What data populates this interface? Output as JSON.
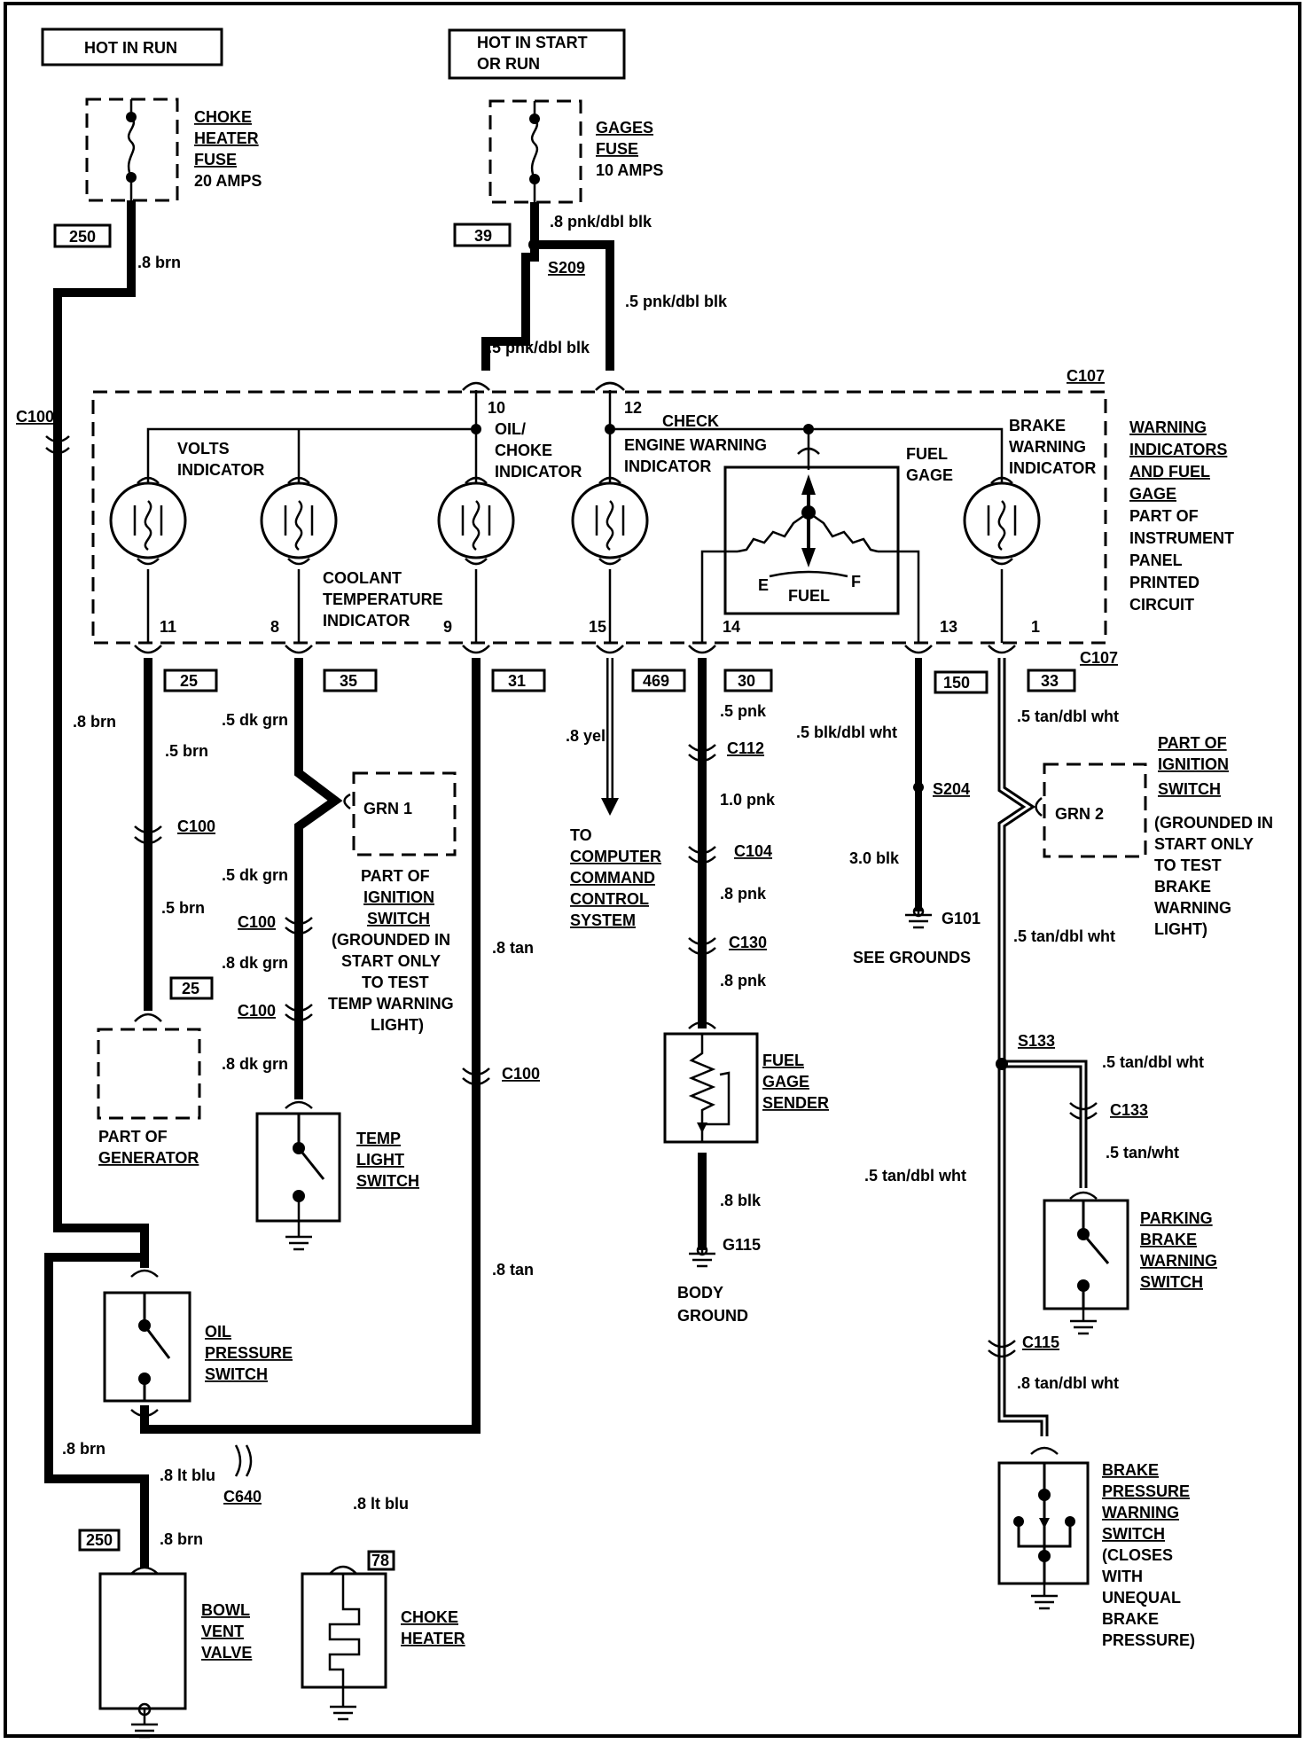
{
  "header": {
    "hot_in_run": "HOT IN RUN",
    "hot_start_1": "HOT IN START",
    "hot_start_2": "OR RUN"
  },
  "fuses": {
    "choke": [
      "CHOKE",
      "HEATER",
      "FUSE"
    ],
    "choke_rating": "20 AMPS",
    "gages": [
      "GAGES",
      "FUSE"
    ],
    "gages_rating": "10 AMPS"
  },
  "circuit_numbers": {
    "c250_top": "250",
    "c39": "39",
    "c25a": "25",
    "c35": "35",
    "c31": "31",
    "c469": "469",
    "c30": "30",
    "c150": "150",
    "c33": "33",
    "c25b": "25",
    "c250_bottom": "250",
    "c78": "78"
  },
  "splices": {
    "s209": "S209",
    "s204": "S204",
    "s133": "S133"
  },
  "connectors": {
    "c100_left": "C100",
    "c107_top": "C107",
    "c107_right": "C107",
    "c100_volts": "C100",
    "c100_cool1": "C100",
    "c100_cool2": "C100",
    "c100_oil": "C100",
    "c112": "C112",
    "c104": "C104",
    "c130": "C130",
    "c133": "C133",
    "c115": "C115",
    "c640": "C640"
  },
  "pins": {
    "p10": "10",
    "p12": "12",
    "p11": "11",
    "p8": "8",
    "p9": "9",
    "p15": "15",
    "p14": "14",
    "p13": "13",
    "p1": "1"
  },
  "wires": {
    "w1": ".8 brn",
    "w2": ".8 pnk/dbl blk",
    "w3": ".5 pnk/dbl blk",
    "w4": ".5 pnk/dbl blk",
    "w5": ".8 brn",
    "w6": ".5 brn",
    "w7": ".5 brn",
    "w8": ".5 dk grn",
    "w9": ".5 dk grn",
    "w10": ".8 dk grn",
    "w11": ".8 dk grn",
    "w12": ".8 tan",
    "w13": ".8 tan",
    "w14": ".8 yel",
    "w15": ".5 pnk",
    "w16": "1.0 pnk",
    "w17": ".8 pnk",
    "w18": ".8 pnk",
    "w19": ".8 blk",
    "w20": ".5 blk/dbl wht",
    "w21": "3.0 blk",
    "w22": ".5 tan/dbl wht",
    "w23": ".5 tan/dbl wht",
    "w24": ".5 tan/dbl wht",
    "w25": ".5 tan/wht",
    "w26": ".5 tan/dbl wht",
    "w27": ".8 tan/dbl wht",
    "w28": ".8 brn",
    "w29": ".8 lt blu",
    "w30": ".8 lt blu",
    "w31": ".8 brn"
  },
  "indicators": {
    "volts": [
      "VOLTS",
      "INDICATOR"
    ],
    "oil": [
      "OIL/",
      "CHOKE",
      "INDICATOR"
    ],
    "check": [
      "CHECK",
      "ENGINE WARNING",
      "INDICATOR"
    ],
    "fuel_gage": [
      "FUEL",
      "GAGE"
    ],
    "brake": [
      "BRAKE",
      "WARNING",
      "INDICATOR"
    ],
    "coolant": [
      "COOLANT",
      "TEMPERATURE",
      "INDICATOR"
    ],
    "gage_e": "E",
    "gage_f": "F",
    "gage_fuel": "FUEL"
  },
  "panel_label": {
    "underlined": [
      "WARNING",
      "INDICATORS",
      "AND FUEL",
      "GAGE"
    ],
    "plain": [
      "PART OF",
      "INSTRUMENT",
      "PANEL",
      "PRINTED",
      "CIRCUIT"
    ]
  },
  "components": {
    "grn1": "GRN 1",
    "grn2": "GRN 2",
    "ign1_part": [
      "PART OF"
    ],
    "ign1_switch": [
      "IGNITION",
      "SWITCH"
    ],
    "ign1_note": [
      "(GROUNDED IN",
      "START ONLY",
      "TO TEST",
      "TEMP WARNING",
      "LIGHT)"
    ],
    "ign2_switch": [
      "PART OF",
      "IGNITION",
      "SWITCH"
    ],
    "ign2_note": [
      "(GROUNDED IN",
      "START ONLY",
      "TO TEST",
      "BRAKE",
      "WARNING",
      "LIGHT)"
    ],
    "generator": [
      "PART OF",
      "GENERATOR"
    ],
    "computer_to": "TO",
    "computer": [
      "COMPUTER",
      "COMMAND",
      "CONTROL",
      "SYSTEM"
    ],
    "temp_switch": [
      "TEMP",
      "LIGHT",
      "SWITCH"
    ],
    "fuel_sender": [
      "FUEL",
      "GAGE",
      "SENDER"
    ],
    "g101": "G101",
    "see_grounds": "SEE GROUNDS",
    "g115": "G115",
    "body_ground": [
      "BODY",
      "GROUND"
    ],
    "parking_brake": [
      "PARKING",
      "BRAKE",
      "WARNING",
      "SWITCH"
    ],
    "oil_pressure": [
      "OIL",
      "PRESSURE",
      "SWITCH"
    ],
    "bowl_vent": [
      "BOWL",
      "VENT",
      "VALVE"
    ],
    "choke_heater": [
      "CHOKE",
      "HEATER"
    ],
    "brake_pressure": [
      "BRAKE",
      "PRESSURE",
      "WARNING",
      "SWITCH"
    ],
    "brake_pressure_note": [
      "(CLOSES",
      "WITH",
      "UNEQUAL",
      "BRAKE",
      "PRESSURE)"
    ]
  }
}
